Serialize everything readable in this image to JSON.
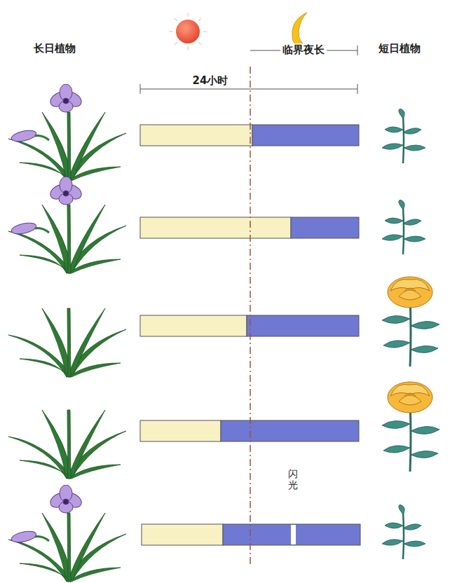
{
  "diagram": {
    "labels": [
      "长日植物",
      "临界夜长",
      "短日植物",
      "24小时",
      "闪光"
    ]
  }
}
